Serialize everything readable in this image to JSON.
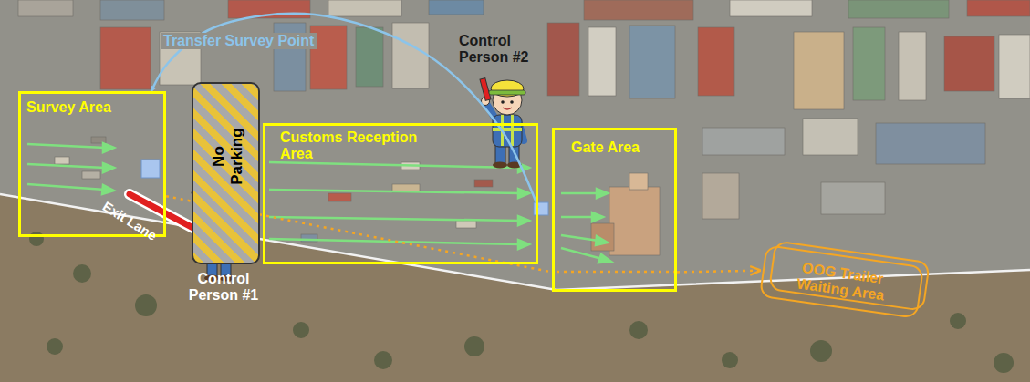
{
  "diagram": {
    "nodes": [
      {
        "text": [
          "Survey Area"
        ]
      },
      {
        "text": [
          "No Parking"
        ]
      },
      {
        "text": [
          "Customs Reception Area"
        ]
      },
      {
        "text": [
          "Gate Area"
        ]
      },
      {
        "text": [
          "OOG Trailer Waiting Area"
        ]
      }
    ],
    "edges": [
      {
        "from": 2,
        "to": 0,
        "arrow": "to",
        "label": "Transfer Survey Point"
      },
      {
        "from": 0,
        "to": 3,
        "arrow": "none"
      },
      {
        "from": 3,
        "to": 4,
        "arrow": "to"
      }
    ],
    "labels": [
      "Control Person #1",
      "Control Person #2",
      "Exit Lane"
    ]
  }
}
